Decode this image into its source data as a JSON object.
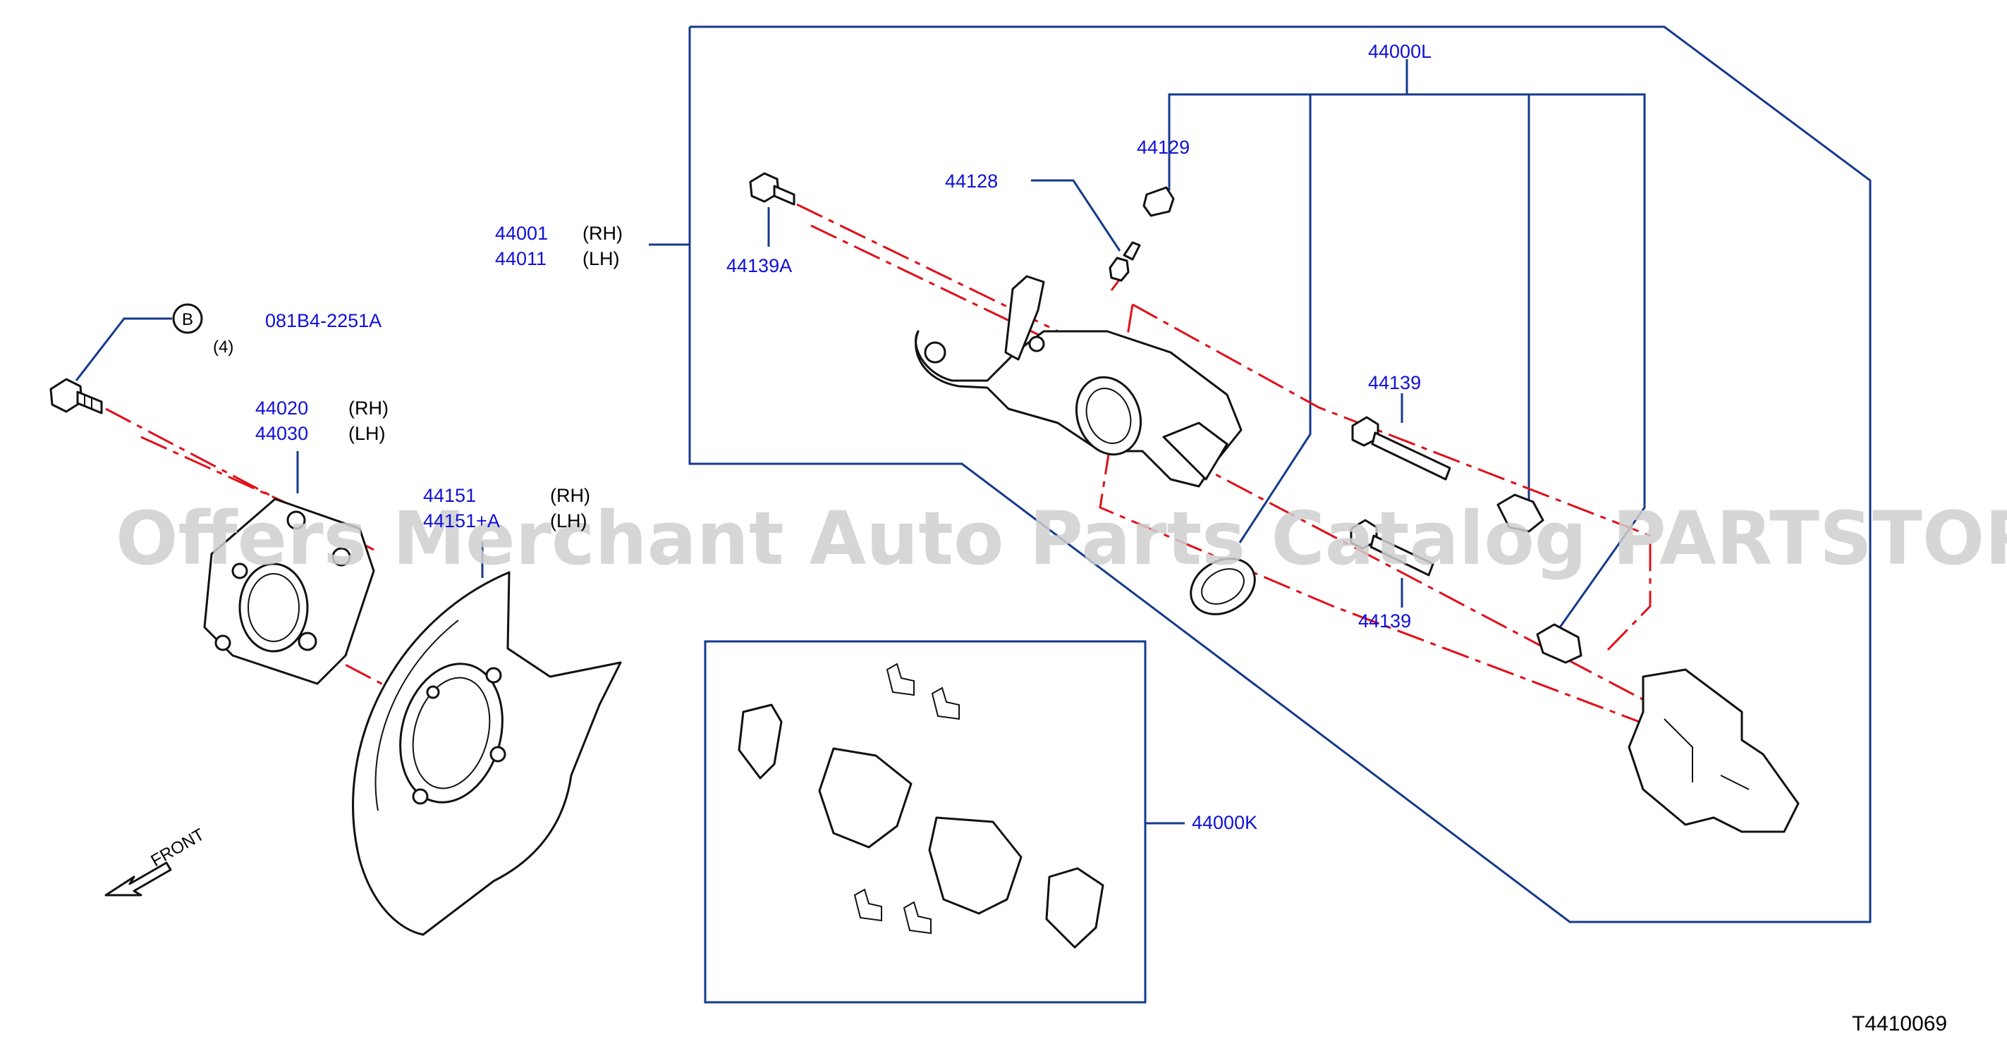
{
  "labels": {
    "p_44000L": "44000L",
    "p_44129": "44129",
    "p_44128": "44128",
    "p_44001": "44001",
    "p_44011": "44011",
    "p_44139A": "44139A",
    "p_44139_top": "44139",
    "p_44139_bot": "44139",
    "p_081B4": "081B4-2251A",
    "b_marker": "B",
    "qty": "(4)",
    "p_44020": "44020",
    "p_44030": "44030",
    "p_44151": "44151",
    "p_44151A": "44151+A",
    "p_44000K": "44000K",
    "rh": "(RH)",
    "lh": "(LH)",
    "front": "FRONT"
  },
  "watermark": "Offers Merchant Auto Parts Catalog PARTSTORE.SA",
  "diagram_code": "T4410069",
  "colors": {
    "part_number": "#1010d8",
    "leader_line": "#153a8c",
    "center_line": "#e0101a",
    "outline": "#111111"
  }
}
